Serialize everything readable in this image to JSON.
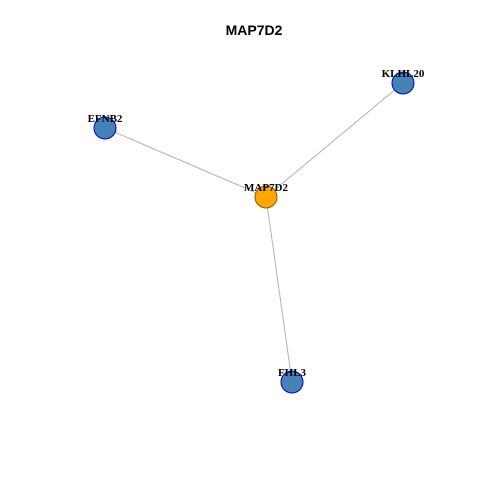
{
  "title": "MAP7D2",
  "colors": {
    "hub_fill": "#FFA500",
    "hub_stroke": "#8B5A00",
    "leaf_fill": "#4682B4",
    "leaf_stroke": "#0000CD",
    "edge": "#B3B3B3"
  },
  "nodes": [
    {
      "id": "MAP7D2",
      "label": "MAP7D2",
      "role": "hub"
    },
    {
      "id": "KLHL20",
      "label": "KLHL20",
      "role": "leaf"
    },
    {
      "id": "EFNB2",
      "label": "EFNB2",
      "role": "leaf"
    },
    {
      "id": "FHL3",
      "label": "FHL3",
      "role": "leaf"
    }
  ],
  "edges": [
    {
      "source": "MAP7D2",
      "target": "KLHL20"
    },
    {
      "source": "MAP7D2",
      "target": "EFNB2"
    },
    {
      "source": "MAP7D2",
      "target": "FHL3"
    }
  ]
}
